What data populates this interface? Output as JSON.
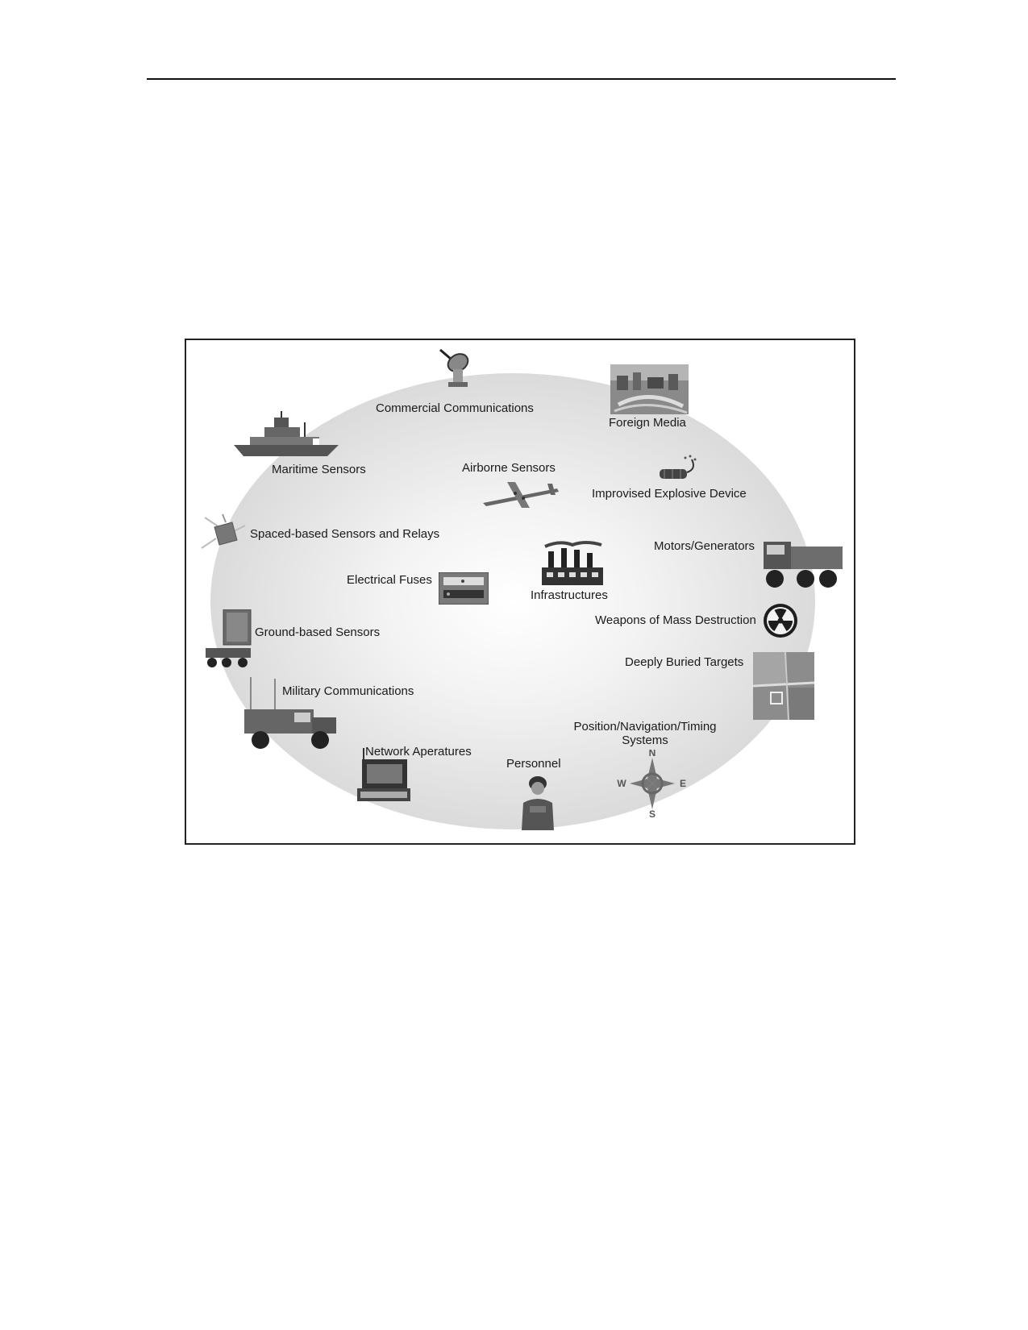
{
  "diagram": {
    "nodes": [
      {
        "id": "commercial-communications",
        "label": "Commercial Communications",
        "icon": "satellite-dish-icon"
      },
      {
        "id": "foreign-media",
        "label": "Foreign Media",
        "icon": "city-photo-icon"
      },
      {
        "id": "maritime-sensors",
        "label": "Maritime Sensors",
        "icon": "warship-icon"
      },
      {
        "id": "airborne-sensors",
        "label": "Airborne Sensors",
        "icon": "aircraft-icon"
      },
      {
        "id": "improvised-explosive-device",
        "label": "Improvised Explosive Device",
        "icon": "explosive-device-icon"
      },
      {
        "id": "spaced-based-sensors",
        "label": "Spaced-based Sensors and Relays",
        "icon": "satellite-icon"
      },
      {
        "id": "motors-generators",
        "label": "Motors/Generators",
        "icon": "military-truck-icon"
      },
      {
        "id": "electrical-fuses",
        "label": "Electrical Fuses",
        "icon": "fuse-box-icon"
      },
      {
        "id": "infrastructures",
        "label": "Infrastructures",
        "icon": "factory-icon"
      },
      {
        "id": "weapons-of-mass-destruction",
        "label": "Weapons of Mass Destruction",
        "icon": "radiation-icon"
      },
      {
        "id": "ground-based-sensors",
        "label": "Ground-based Sensors",
        "icon": "radar-trailer-icon"
      },
      {
        "id": "deeply-buried-targets",
        "label": "Deeply Buried Targets",
        "icon": "aerial-photo-icon"
      },
      {
        "id": "military-communications",
        "label": "Military Communications",
        "icon": "humvee-icon"
      },
      {
        "id": "position-navigation-timing",
        "label": "Position/Navigation/Timing",
        "label_line2": "Systems",
        "icon": "compass-rose-icon"
      },
      {
        "id": "network-aperatures",
        "label": "Network Aperatures",
        "icon": "laptop-icon"
      },
      {
        "id": "personnel",
        "label": "Personnel",
        "icon": "soldier-icon"
      }
    ],
    "compass": {
      "n": "N",
      "e": "E",
      "s": "S",
      "w": "W"
    }
  }
}
